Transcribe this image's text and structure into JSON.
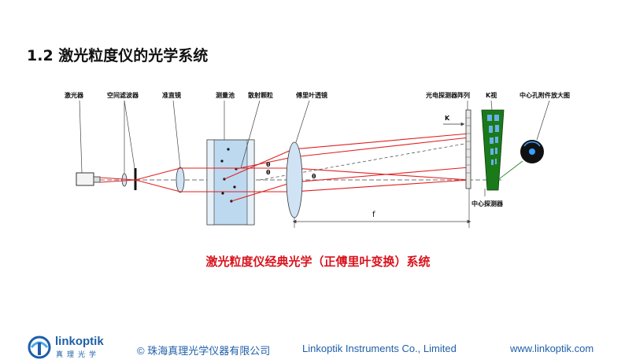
{
  "title": "1.2 激光粒度仪的光学系统",
  "caption": "激光粒度仪经典光学（正傅里叶变换）系统",
  "diagram": {
    "labels": {
      "laser": "激光器",
      "spatial_filter": "空间滤波器",
      "collimator": "准直镜",
      "cell": "测量池",
      "particles": "散射颗粒",
      "fourier_lens": "傅里叶透镜",
      "detector_array": "光电探测器阵列",
      "k_view": "K视",
      "center_hole": "中心孔附件放大图",
      "center_detector": "中心探测器",
      "k": "K",
      "f": "f",
      "theta1": "θ",
      "theta2": "θ",
      "theta3": "θ"
    },
    "colors": {
      "beam": "#e02020",
      "lens": "#cfe3f5",
      "cell": "#bcd9f0",
      "detector": "#1a7a1a"
    }
  },
  "footer": {
    "logo_word": "linkoptik",
    "logo_sub": "真理光学",
    "copyright": "© 珠海真理光学仪器有限公司",
    "company": "Linkoptik Instruments Co., Limited",
    "url": "www.linkoptik.com"
  }
}
